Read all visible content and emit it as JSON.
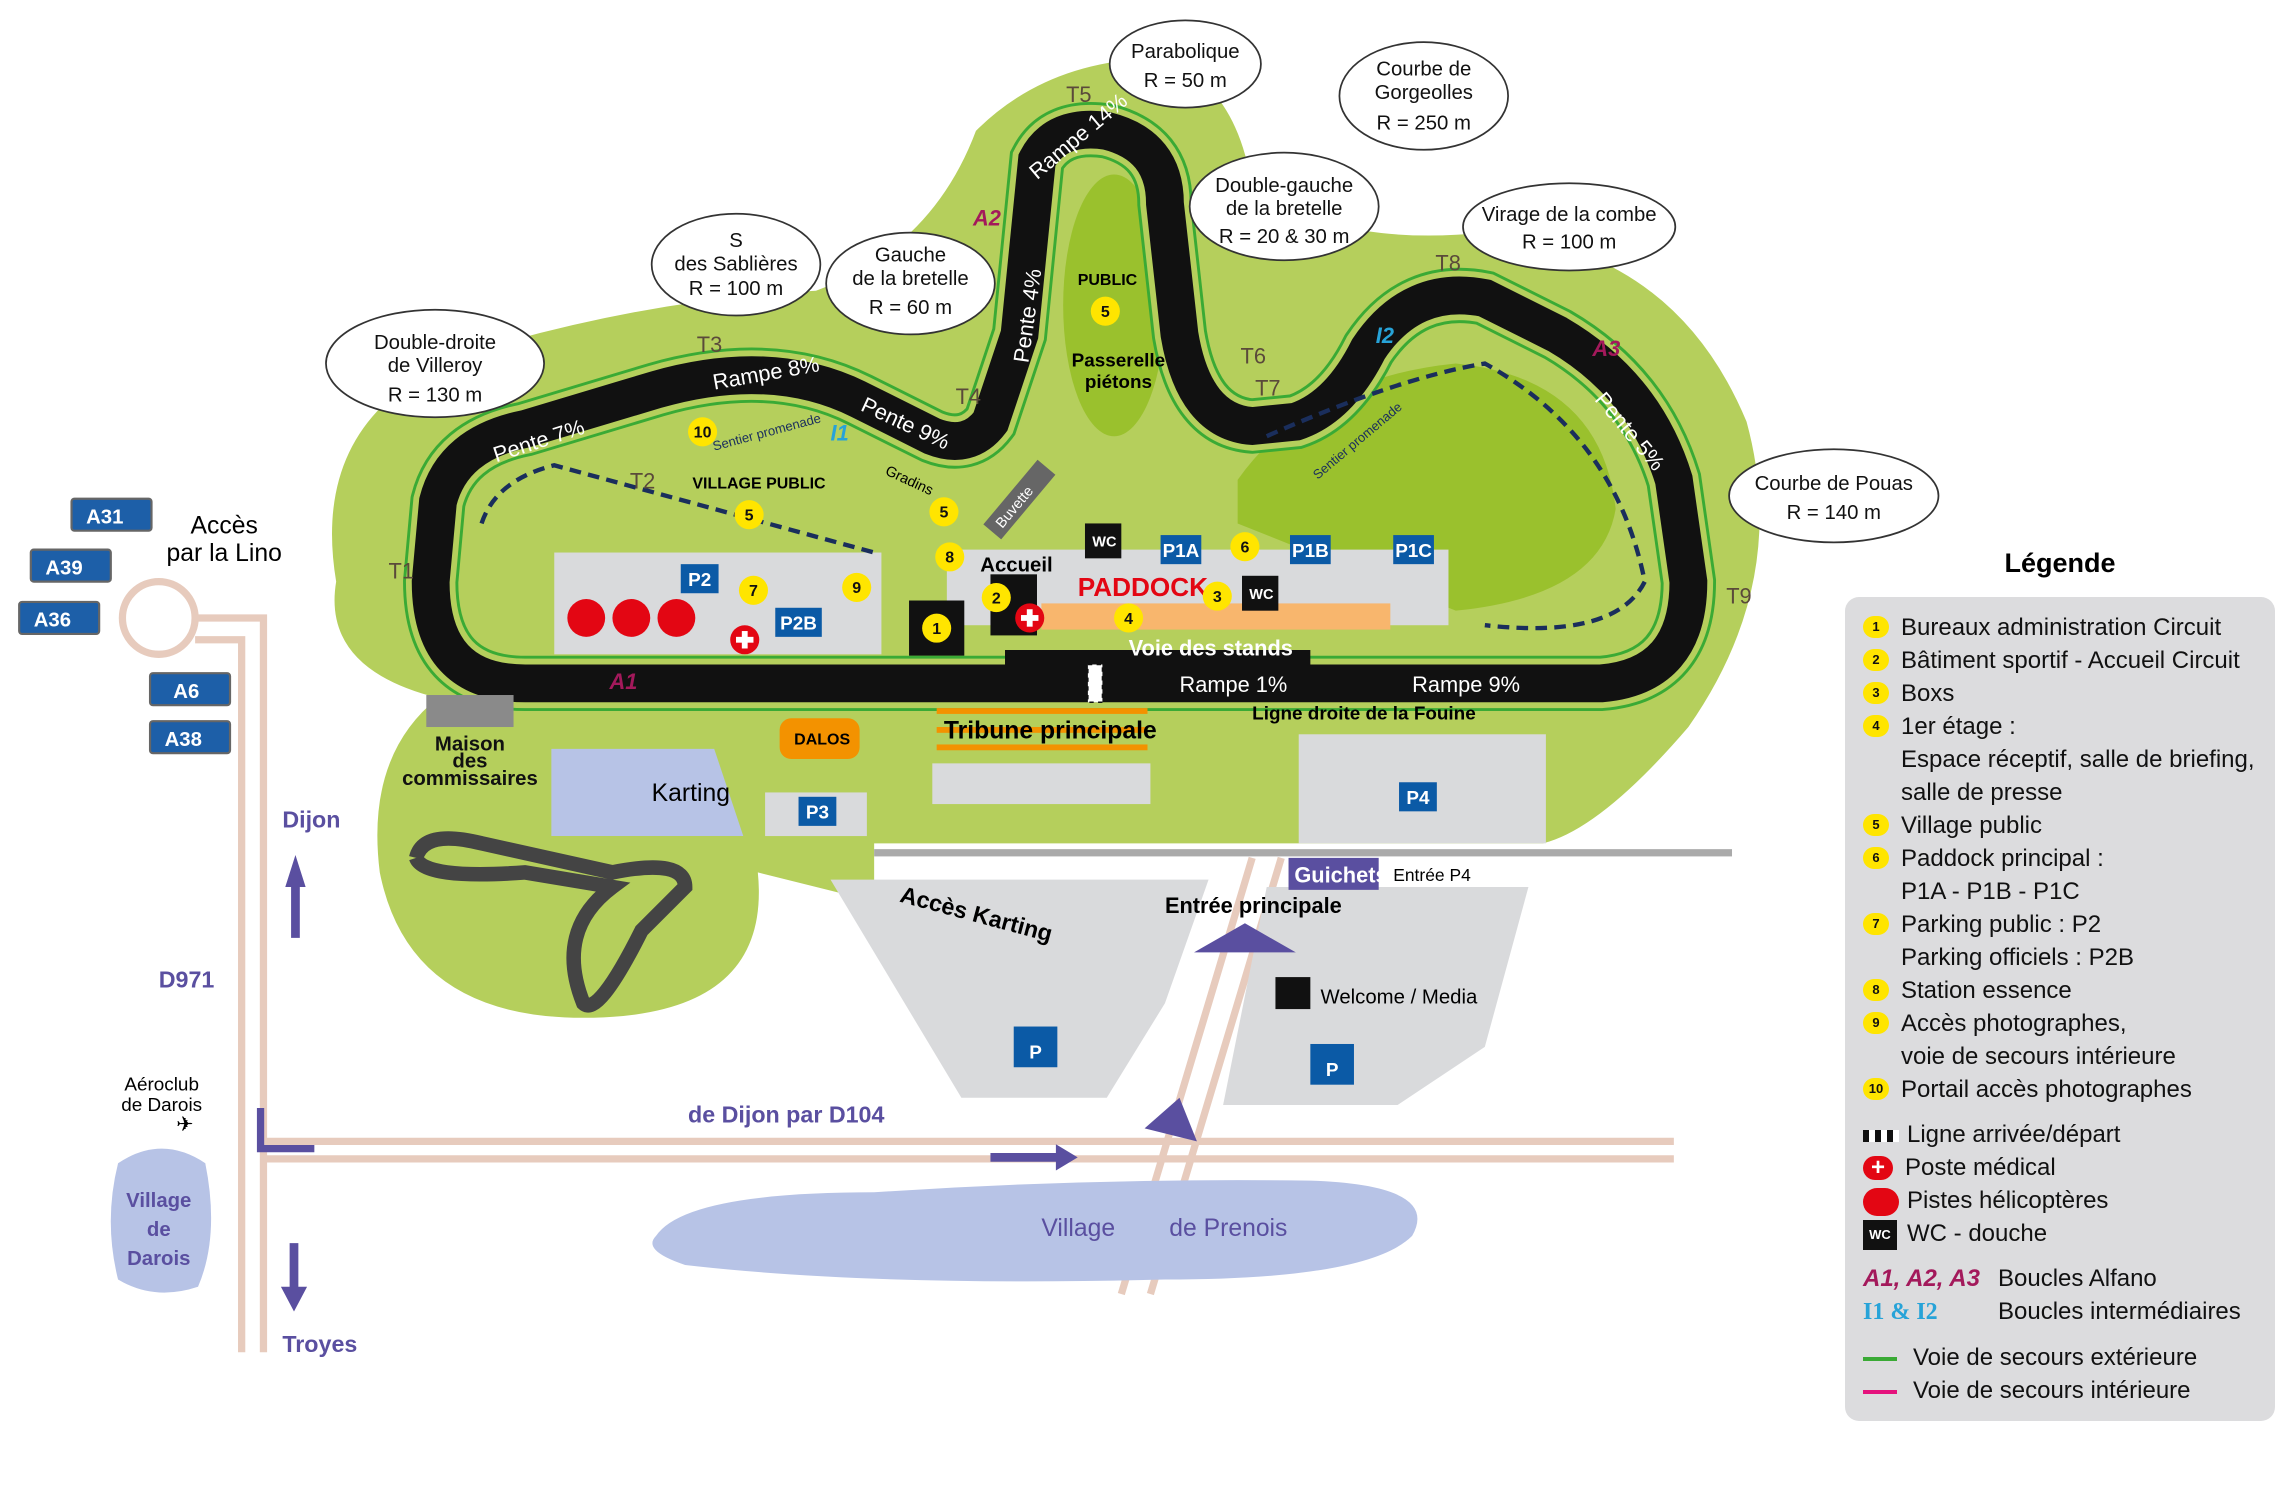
{
  "access": {
    "title_line1": "Accès",
    "title_line2": "par la Lino",
    "motorways": [
      "A31",
      "A39",
      "A36",
      "A6",
      "A38"
    ],
    "dijon": "Dijon",
    "d971": "D971",
    "troyes": "Troyes",
    "aeroclub_line1": "Aéroclub",
    "aeroclub_line2": "de Darois",
    "village_darois": [
      "Village",
      "de",
      "Darois"
    ],
    "d104": "de Dijon par D104",
    "village_prenois_1": "Village",
    "village_prenois_2": "de Prenois"
  },
  "callouts": [
    {
      "lines": [
        "Double-droite",
        "de Villeroy",
        "R = 130 m"
      ]
    },
    {
      "lines": [
        "S",
        "des Sablières",
        "R = 100 m"
      ]
    },
    {
      "lines": [
        "Gauche",
        "de la bretelle",
        "R = 60 m"
      ]
    },
    {
      "lines": [
        "Parabolique",
        "R = 50 m"
      ]
    },
    {
      "lines": [
        "Double-gauche",
        "de la bretelle",
        "R = 20 & 30 m"
      ]
    },
    {
      "lines": [
        "Courbe de",
        "Gorgeolles",
        "R = 250 m"
      ]
    },
    {
      "lines": [
        "Virage de la combe",
        "R = 100 m"
      ]
    },
    {
      "lines": [
        "Courbe de Pouas",
        "R = 140 m"
      ]
    }
  ],
  "turns": [
    "T1",
    "T2",
    "T3",
    "T4",
    "T5",
    "T6",
    "T7",
    "T8",
    "T9"
  ],
  "track_labels": {
    "pente7": "Pente 7%",
    "rampe8": "Rampe 8%",
    "pente9": "Pente 9%",
    "pente4": "Pente 4%",
    "rampe14": "Rampe 14%",
    "pente5": "Pente 5%",
    "rampe9": "Rampe 9%",
    "rampe1": "Rampe 1%",
    "voie_stands": "Voie des stands",
    "ligne_droite": "Ligne droite de la Fouine"
  },
  "loops": {
    "a1": "A1",
    "a2": "A2",
    "a3": "A3",
    "i1": "I1",
    "i2": "I2"
  },
  "places": {
    "village_public": "VILLAGE PUBLIC",
    "public": "PUBLIC",
    "passerelle_1": "Passerelle",
    "passerelle_2": "piétons",
    "sentier1": "Sentier promenade",
    "sentier2": "Sentier promenade",
    "gradins": "Gradins",
    "buvette": "Buvette",
    "accueil": "Accueil",
    "paddock": "PADDOCK",
    "tribune": "Tribune principale",
    "maison_1": "Maison",
    "maison_2": "des",
    "maison_3": "commissaires",
    "karting": "Karting",
    "dalos": "DALOS",
    "acces_karting": "Accès Karting",
    "entree_principale": "Entrée principale",
    "guichets": "Guichets",
    "entree_p4": "Entrée P4",
    "welcome": "Welcome / Media",
    "wc": "WC"
  },
  "parkings": {
    "p1a": "P1A",
    "p1b": "P1B",
    "p1c": "P1C",
    "p2": "P2",
    "p2b": "P2B",
    "p3": "P3",
    "p4": "P4",
    "p": "P"
  },
  "markers": [
    "1",
    "2",
    "3",
    "4",
    "5",
    "6",
    "7",
    "8",
    "9",
    "10"
  ],
  "legend": {
    "title": "Légende",
    "items": [
      {
        "num": "1",
        "lines": [
          "Bureaux administration Circuit"
        ]
      },
      {
        "num": "2",
        "lines": [
          "Bâtiment sportif - Accueil Circuit"
        ]
      },
      {
        "num": "3",
        "lines": [
          "Boxs"
        ]
      },
      {
        "num": "4",
        "lines": [
          "1er étage :",
          "Espace réceptif, salle de briefing,",
          "salle de presse"
        ]
      },
      {
        "num": "5",
        "lines": [
          "Village public"
        ]
      },
      {
        "num": "6",
        "lines": [
          "Paddock principal :",
          "P1A - P1B - P1C"
        ]
      },
      {
        "num": "7",
        "lines": [
          "Parking public : P2",
          "Parking officiels : P2B"
        ]
      },
      {
        "num": "8",
        "lines": [
          "Station essence"
        ]
      },
      {
        "num": "9",
        "lines": [
          "Accès photographes,",
          "voie de secours intérieure"
        ]
      },
      {
        "num": "10",
        "lines": [
          "Portail accès photographes"
        ]
      }
    ],
    "symbols": {
      "finish": "Ligne arrivée/départ",
      "medical": "Poste médical",
      "heli": "Pistes hélicoptères",
      "wc": "WC - douche"
    },
    "loops": {
      "alfano_key": "A1, A2, A3",
      "alfano": "Boucles Alfano",
      "inter_key": "I1 & I2",
      "inter": "Boucles intermédiaires"
    },
    "lines": {
      "ext": "Voie de secours extérieure",
      "int": "Voie de secours intérieure"
    },
    "colors": {
      "ext": "#3aaa35",
      "int": "#e5127d",
      "alfano": "#a3195b",
      "inter": "#27a3d8"
    }
  }
}
